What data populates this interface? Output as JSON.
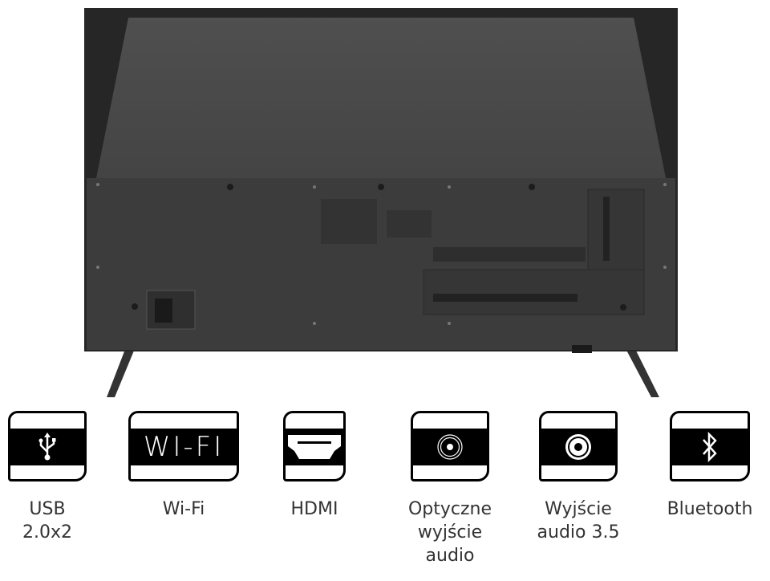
{
  "features": [
    {
      "icon": "usb-icon",
      "label_lines": [
        "USB",
        "2.0x2"
      ]
    },
    {
      "icon": "wifi-icon",
      "icon_text": "WI-FI",
      "label_lines": [
        "Wi-Fi"
      ]
    },
    {
      "icon": "hdmi-icon",
      "label_lines": [
        "HDMI"
      ]
    },
    {
      "icon": "optical-audio-icon",
      "label_lines": [
        "Optyczne",
        "wyjście",
        "audio"
      ]
    },
    {
      "icon": "audio-jack-icon",
      "label_lines": [
        "Wyjście",
        "audio 3.5"
      ]
    },
    {
      "icon": "bluetooth-icon",
      "label_lines": [
        "Bluetooth"
      ]
    }
  ],
  "colors": {
    "tv_frame": "#262626",
    "tv_panel": "#4a4a4a",
    "tv_body": "#3c3c3c",
    "label": "#333333"
  }
}
